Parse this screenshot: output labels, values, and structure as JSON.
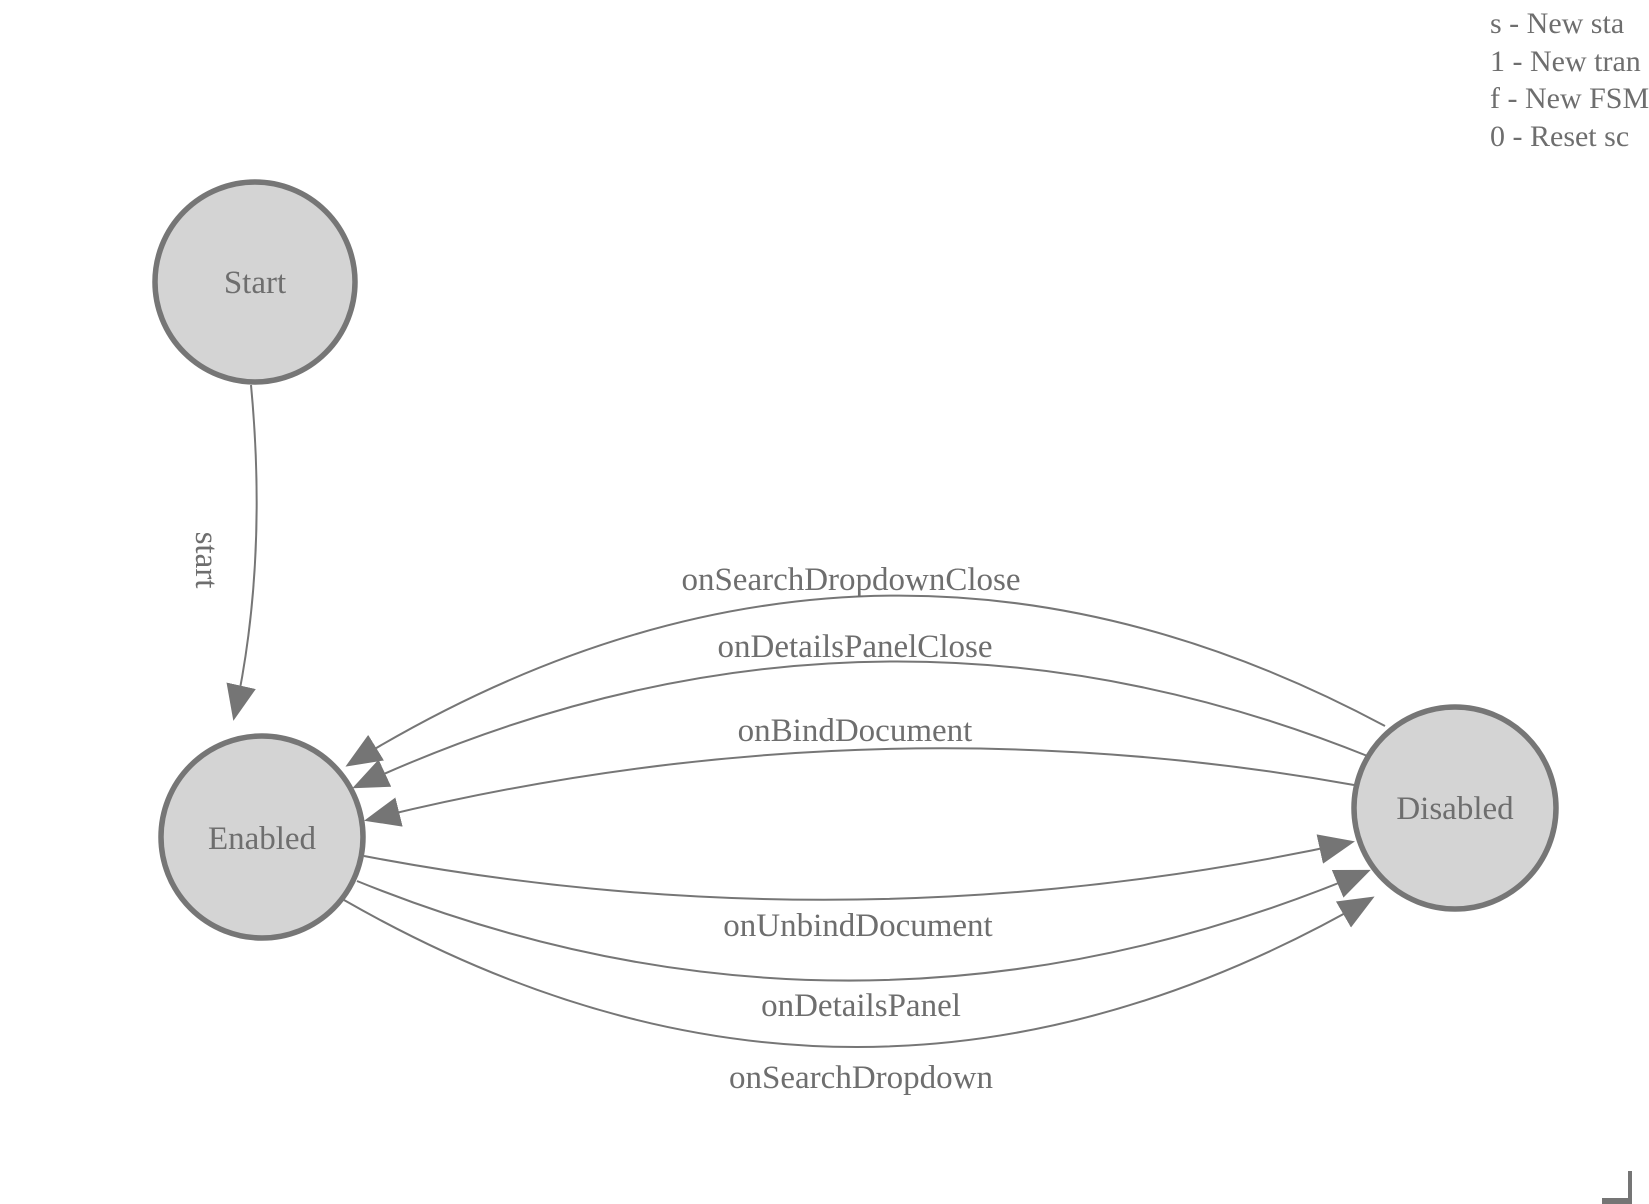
{
  "colors": {
    "background": "#ffffff",
    "node_fill": "#d4d4d4",
    "node_stroke": "#767676",
    "edge_stroke": "#767676",
    "arrow_fill": "#757575",
    "label_text": "#6e6e6e",
    "legend_text": "#6e6e6e",
    "corner": "#757575"
  },
  "legend": {
    "items": [
      {
        "text": "s - New sta"
      },
      {
        "text": "1 - New tran"
      },
      {
        "text": "f - New FSM"
      },
      {
        "text": "0 - Reset sc"
      }
    ]
  },
  "diagram": {
    "nodes": [
      {
        "id": "start",
        "label": "Start"
      },
      {
        "id": "enabled",
        "label": "Enabled"
      },
      {
        "id": "disabled",
        "label": "Disabled"
      }
    ],
    "edges": [
      {
        "label": "start",
        "from": "Start",
        "to": "Enabled"
      },
      {
        "label": "onSearchDropdownClose",
        "from": "Disabled",
        "to": "Enabled"
      },
      {
        "label": "onDetailsPanelClose",
        "from": "Disabled",
        "to": "Enabled"
      },
      {
        "label": "onBindDocument",
        "from": "Disabled",
        "to": "Enabled"
      },
      {
        "label": "onUnbindDocument",
        "from": "Enabled",
        "to": "Disabled"
      },
      {
        "label": "onDetailsPanel",
        "from": "Enabled",
        "to": "Disabled"
      },
      {
        "label": "onSearchDropdown",
        "from": "Enabled",
        "to": "Disabled"
      }
    ]
  }
}
